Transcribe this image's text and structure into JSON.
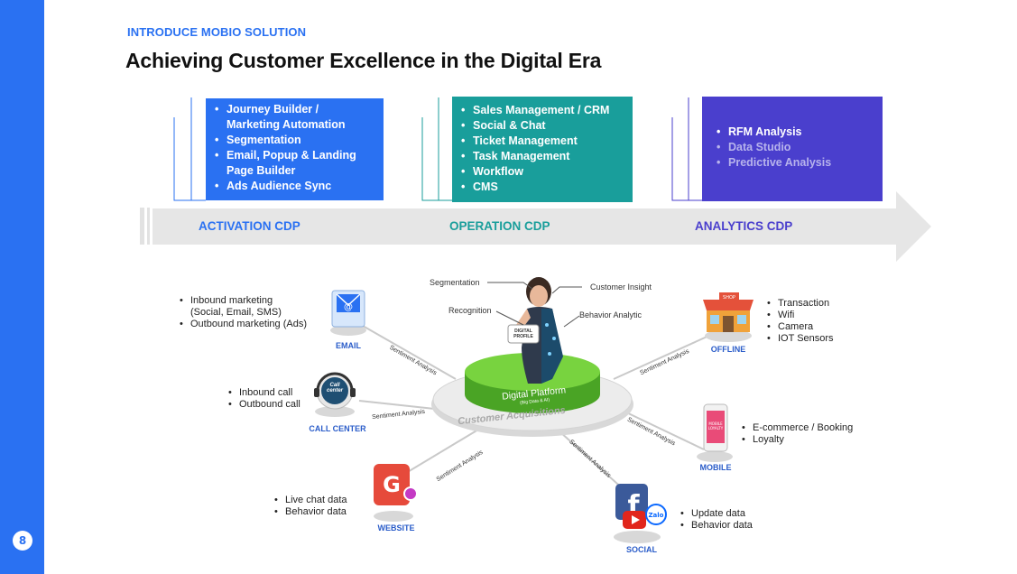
{
  "header": {
    "kicker": "INTRODUCE MOBIO SOLUTION",
    "title": "Achieving Customer Excellence in the Digital Era"
  },
  "stages": {
    "activation": {
      "label": "ACTIVATION CDP",
      "items": [
        "Journey Builder /",
        "Marketing Automation",
        "Segmentation",
        "Email, Popup & Landing",
        "Page Builder",
        "Ads Audience Sync"
      ]
    },
    "operation": {
      "label": "OPERATION CDP",
      "items": [
        "Sales Management / CRM",
        "Social & Chat",
        "Ticket Management",
        "Task Management",
        "Workflow",
        "CMS"
      ]
    },
    "analytics": {
      "label": "ANALYTICS CDP",
      "items": [
        "RFM Analysis",
        "Data Studio",
        "Predictive Analysis"
      ]
    }
  },
  "diagram": {
    "center": {
      "platform": "Digital Platform",
      "platform_sub": "(Big Data & AI)",
      "ring": "Customer Acquisitions",
      "profile": "DIGITAL PROFILE"
    },
    "profile_labels": {
      "segmentation": "Segmentation",
      "customer_insight": "Customer Insight",
      "recognition": "Recognition",
      "behavior_analytic": "Behavior Analytic"
    },
    "connector_label": "Sentiment Analysis",
    "channels": {
      "email": {
        "label": "EMAIL",
        "items": [
          "Inbound marketing",
          "(Social, Email, SMS)",
          "Outbound marketing (Ads)"
        ]
      },
      "call_center": {
        "label": "CALL CENTER",
        "icon_text": "Call center",
        "items": [
          "Inbound call",
          "Outbound call"
        ]
      },
      "website": {
        "label": "WEBSITE",
        "items": [
          "Live chat data",
          "Behavior data"
        ]
      },
      "social": {
        "label": "SOCIAL",
        "items": [
          "Update data",
          "Behavior data"
        ]
      },
      "mobile": {
        "label": "MOBILE",
        "items": [
          "E-commerce / Booking",
          "Loyalty"
        ]
      },
      "offline": {
        "label": "OFFLINE",
        "items": [
          "Transaction",
          "Wifi",
          "Camera",
          "IOT Sensors"
        ]
      }
    }
  },
  "colors": {
    "brand_blue": "#2a71f2",
    "teal": "#199e9b",
    "purple": "#4a3fcd",
    "platform_green": "#5bbf2d"
  }
}
